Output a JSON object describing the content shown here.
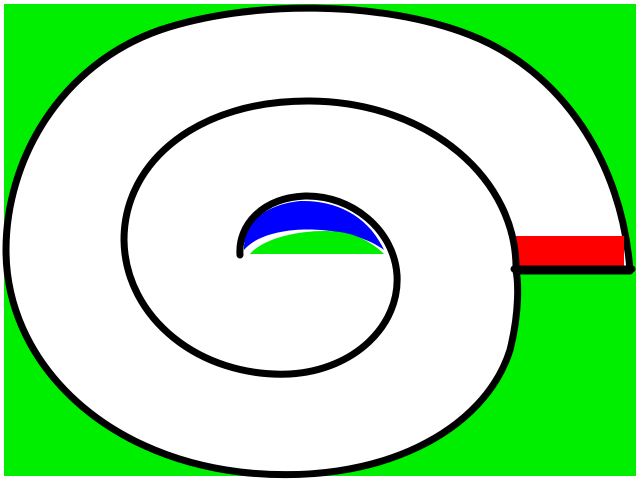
{
  "colors": {
    "grass": "#00ee00",
    "frame": "#ffffff",
    "track": "#ffffff",
    "wall": "#000000",
    "finish_zone": "#ff0000",
    "start_zone": "#0000ff"
  },
  "elements": {
    "track": "spiral-track",
    "start": "blue-start-zone",
    "finish": "red-finish-zone"
  }
}
